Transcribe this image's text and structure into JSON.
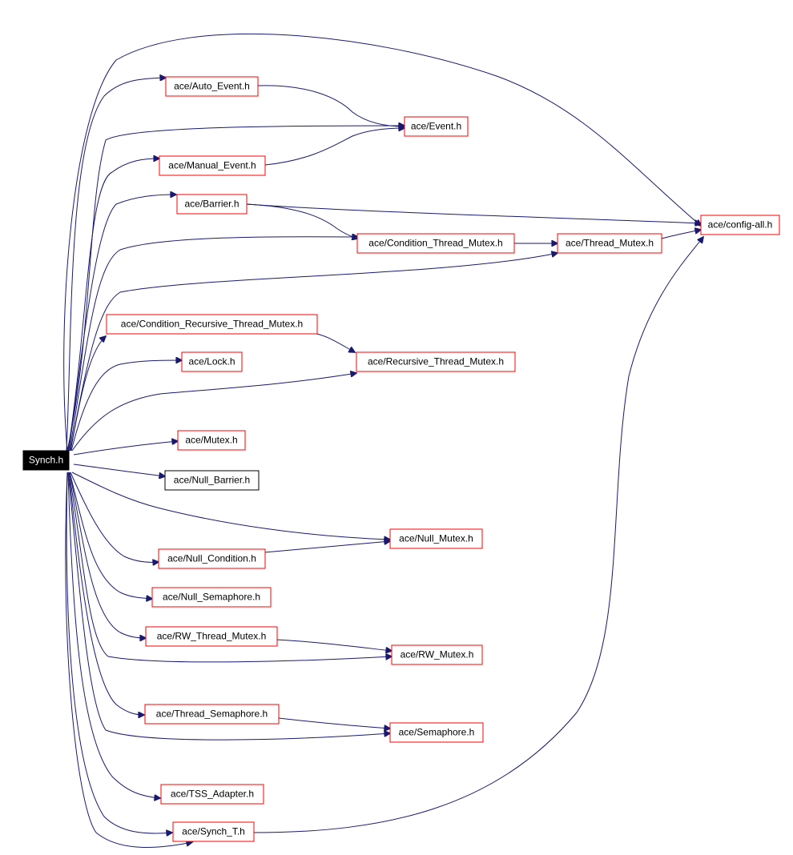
{
  "nodes": {
    "synch": "Synch.h",
    "auto_event": "ace/Auto_Event.h",
    "event": "ace/Event.h",
    "manual_event": "ace/Manual_Event.h",
    "barrier": "ace/Barrier.h",
    "config_all": "ace/config-all.h",
    "condition_thread_mutex": "ace/Condition_Thread_Mutex.h",
    "thread_mutex": "ace/Thread_Mutex.h",
    "condition_recursive_thread_mutex": "ace/Condition_Recursive_Thread_Mutex.h",
    "lock": "ace/Lock.h",
    "recursive_thread_mutex": "ace/Recursive_Thread_Mutex.h",
    "mutex": "ace/Mutex.h",
    "null_barrier": "ace/Null_Barrier.h",
    "null_mutex": "ace/Null_Mutex.h",
    "null_condition": "ace/Null_Condition.h",
    "null_semaphore": "ace/Null_Semaphore.h",
    "rw_thread_mutex": "ace/RW_Thread_Mutex.h",
    "rw_mutex": "ace/RW_Mutex.h",
    "thread_semaphore": "ace/Thread_Semaphore.h",
    "semaphore": "ace/Semaphore.h",
    "tss_adapter": "ace/TSS_Adapter.h",
    "synch_t": "ace/Synch_T.h"
  },
  "colors": {
    "edge": "#191970",
    "node_border": "#ff0000",
    "node_border_plain": "#000000",
    "root_fill": "#000000",
    "root_text": "#ffffff"
  }
}
